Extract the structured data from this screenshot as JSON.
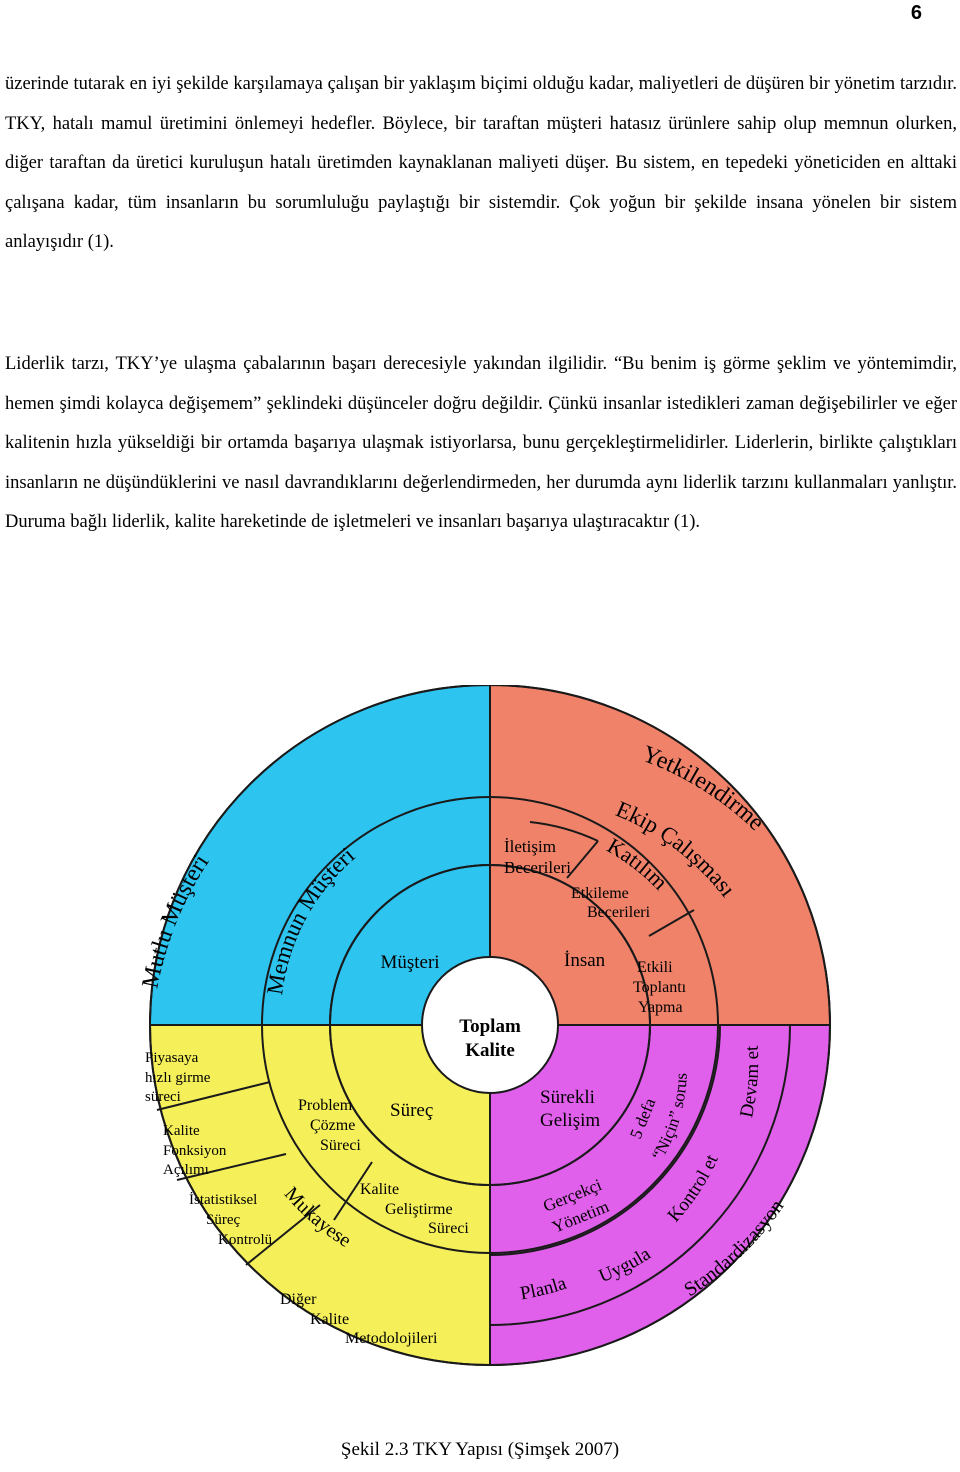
{
  "page_number": "6",
  "paragraphs": [
    "üzerinde tutarak en iyi şekilde karşılamaya çalışan bir yaklaşım biçimi olduğu kadar, maliyetleri de düşüren bir yönetim tarzıdır. TKY, hatalı mamul üretimini önlemeyi hedefler. Böylece, bir taraftan müşteri hatasız ürünlere sahip olup memnun olurken, diğer taraftan da üretici kuruluşun hatalı üretimden kaynaklanan maliyeti düşer. Bu sistem, en tepedeki yöneticiden en alttaki çalışana kadar, tüm insanların bu sorumluluğu paylaştığı bir sistemdir. Çok yoğun bir şekilde insana yönelen bir sistem anlayışıdır (1).",
    "Liderlik tarzı, TKY’ye ulaşma çabalarının başarı derecesiyle yakından ilgilidir. “Bu benim iş görme şeklim ve yöntemimdir, hemen şimdi kolayca değişemem” şeklindeki düşünceler doğru değildir. Çünkü insanlar istedikleri zaman değişebilirler ve eğer kalitenin hızla yükseldiği bir ortamda başarıya ulaşmak istiyorlarsa, bunu gerçekleştirmelidirler. Liderlerin, birlikte çalıştıkları insanların ne düşündüklerini ve nasıl davrandıklarını değerlendirmeden, her durumda aynı liderlik tarzını kullanmaları yanlıştır. Duruma bağlı liderlik, kalite hareketinde de işletmeleri ve insanları başarıya ulaştıracaktır (1)."
  ],
  "diagram": {
    "colors": {
      "musteri": "#2ec4f0",
      "insan": "#f0826a",
      "surec": "#f5f05a",
      "surekli_gelisim": "#e060ec",
      "center": "#ffffff",
      "outline": "#1a1a1a"
    },
    "center": [
      "Toplam",
      "Kalite"
    ],
    "quadrants": {
      "musteri": {
        "inner": "Müşteri",
        "middle": "Memnun Müşteri",
        "outer": "Mutlu Müşteri"
      },
      "insan": {
        "inner": "İnsan",
        "ring_labels": {
          "iletisim": [
            "İletişim",
            "Becerileri"
          ],
          "etkileme": [
            "Etkileme",
            "Becerileri"
          ],
          "toplanti": [
            "Etkili",
            "Toplantı",
            "Yapma"
          ]
        },
        "arc_labels": [
          "Katılım",
          "Ekip Çalışması",
          "Yetkilendirme"
        ]
      },
      "surec": {
        "inner": "Süreç",
        "ring_labels": {
          "problem": [
            "Problem",
            "Çözme",
            "Süreci"
          ],
          "kalite_gelistirme": [
            "Kalite",
            "Geliştirme",
            "Süreci"
          ],
          "diger": [
            "Diğer",
            "Kalite",
            "Metodolojileri"
          ],
          "piyasaya": [
            "Piyasaya",
            "hızlı girme",
            "süreci"
          ],
          "fonksiyon": [
            "Kalite",
            "Fonksiyon",
            "Açılımı"
          ],
          "istatistik": [
            "İstatistiksel",
            "Süreç",
            "Kontrolü"
          ]
        },
        "arc_labels": [
          "Mukayese"
        ]
      },
      "surekli_gelisim": {
        "inner": [
          "Sürekli",
          "Gelişim"
        ],
        "ring_labels": {
          "gercekci": [
            "Gerçekçi",
            "Yönetim"
          ],
          "bes_defa": [
            "5 defa",
            "“Niçin” sorusu"
          ],
          "devam": "Devam et",
          "kontrol": "Kontrol et",
          "planla": "Planla",
          "uygula": "Uygula",
          "standart": "Standardizasyon"
        }
      }
    }
  },
  "caption": "Şekil 2.3 TKY Yapısı (Şimşek 2007)"
}
